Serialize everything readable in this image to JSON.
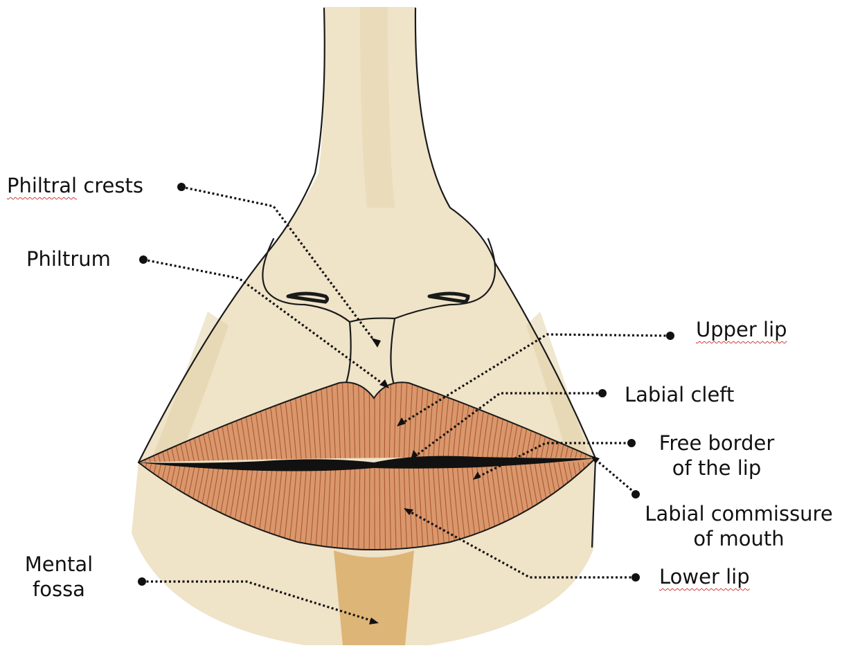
{
  "labels": {
    "philtral_crests": "Philtral crests",
    "philtrum": "Philtrum",
    "upper_lip": "Upper lip",
    "labial_cleft": "Labial cleft",
    "free_border_line1": "Free border",
    "free_border_line2": "of the lip",
    "labial_commissure_line1": "Labial commissure",
    "labial_commissure_line2": "of mouth",
    "lower_lip": "Lower lip",
    "mental_fossa_line1": "Mental",
    "mental_fossa_line2": "fossa"
  },
  "colors": {
    "skin": "#efe3c8",
    "skin_shade": "#e2cfa3",
    "lip": "#d9976b",
    "lip_stripe": "#a24d2c",
    "outline": "#1a1a1a",
    "spellcheck_underline": "#d23a3a"
  }
}
